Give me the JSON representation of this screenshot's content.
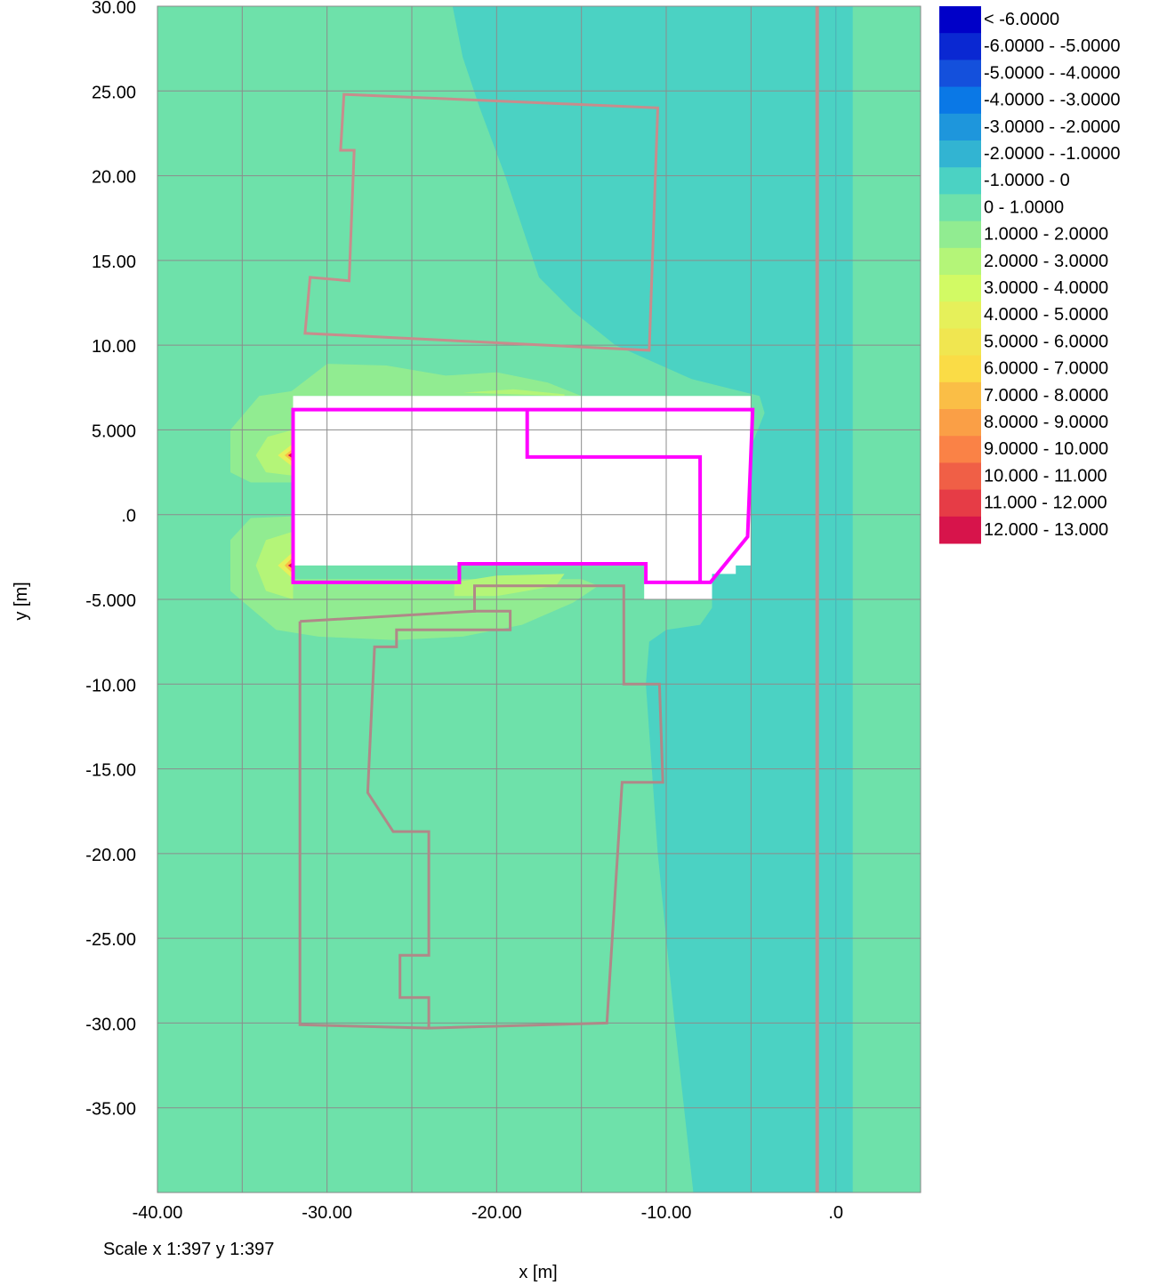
{
  "chart_data": {
    "type": "heatmap",
    "title": "",
    "xlabel": "x [m]",
    "ylabel": "y [m]",
    "xlim": [
      -40,
      5
    ],
    "ylim": [
      -40,
      30
    ],
    "grid": true,
    "x_ticks": [
      -40,
      -35,
      -30,
      -25,
      -20,
      -15,
      -10,
      -5,
      0
    ],
    "x_tick_labels": [
      "-40.00",
      "",
      "-30.00",
      "",
      "-20.00",
      "",
      "-10.00",
      "",
      ".0"
    ],
    "y_ticks": [
      30,
      25,
      20,
      15,
      10,
      5,
      0,
      -5,
      -10,
      -15,
      -20,
      -25,
      -30,
      -35
    ],
    "y_tick_labels": [
      "30.00",
      "25.00",
      "20.00",
      "15.00",
      "10.00",
      "5.000",
      ".0",
      "-5.000",
      "-10.00",
      "-15.00",
      "-20.00",
      "-25.00",
      "-30.00",
      "-35.00"
    ],
    "scale_text": "Scale x 1:397  y 1:397",
    "legend": {
      "placement": "right",
      "entries": [
        {
          "label": "< -6.0000",
          "color": "#0000c8"
        },
        {
          "label": "-6.0000 - -5.0000",
          "color": "#0a28d2"
        },
        {
          "label": "-5.0000 - -4.0000",
          "color": "#1450dc"
        },
        {
          "label": "-4.0000 - -3.0000",
          "color": "#0a78e6"
        },
        {
          "label": "-3.0000 - -2.0000",
          "color": "#1e96dc"
        },
        {
          "label": "-2.0000 - -1.0000",
          "color": "#32b4d2"
        },
        {
          "label": "-1.0000 - 0",
          "color": "#4bd2c3"
        },
        {
          "label": "0 - 1.0000",
          "color": "#6ee1aa"
        },
        {
          "label": "1.0000 - 2.0000",
          "color": "#91ec91"
        },
        {
          "label": "2.0000 - 3.0000",
          "color": "#b4f578"
        },
        {
          "label": "3.0000 - 4.0000",
          "color": "#d2fa64"
        },
        {
          "label": "4.0000 - 5.0000",
          "color": "#e6f05a"
        },
        {
          "label": "5.0000 - 6.0000",
          "color": "#f0e650"
        },
        {
          "label": "6.0000 - 7.0000",
          "color": "#fadc46"
        },
        {
          "label": "7.0000 - 8.0000",
          "color": "#fabe46"
        },
        {
          "label": "8.0000 - 9.0000",
          "color": "#fa9f46"
        },
        {
          "label": "9.0000 - 10.000",
          "color": "#fa8246"
        },
        {
          "label": "10.000 - 11.000",
          "color": "#f05f46"
        },
        {
          "label": "11.000 - 12.000",
          "color": "#e63c46"
        },
        {
          "label": "12.000 - 13.000",
          "color": "#d7144b"
        }
      ]
    },
    "field_regions": [
      {
        "level": "0 - 1.0000",
        "color": "#6ee1aa",
        "polygon": [
          [
            -40,
            30
          ],
          [
            5,
            30
          ],
          [
            5,
            -40
          ],
          [
            -40,
            -40
          ]
        ]
      },
      {
        "level": "-1.0000 - 0",
        "color": "#4bd2c3",
        "polygon": [
          [
            -22.6,
            30
          ],
          [
            1,
            30
          ],
          [
            1,
            -40
          ],
          [
            -8.4,
            -40
          ],
          [
            -9.5,
            -30
          ],
          [
            -10.5,
            -20
          ],
          [
            -11.2,
            -10
          ],
          [
            -11,
            -7.5
          ],
          [
            -10,
            -6.8
          ],
          [
            -8,
            -6.5
          ],
          [
            -7.3,
            -5.5
          ],
          [
            -7.3,
            -3.5
          ],
          [
            -5,
            -2.5
          ],
          [
            -5,
            4
          ],
          [
            -4.2,
            6
          ],
          [
            -4.5,
            7
          ],
          [
            -8.5,
            8
          ],
          [
            -13,
            10
          ],
          [
            -15.5,
            12
          ],
          [
            -17.5,
            14
          ],
          [
            -18.5,
            17
          ],
          [
            -19.5,
            20
          ],
          [
            -21,
            24
          ],
          [
            -22,
            27
          ]
        ]
      },
      {
        "level": "1.0000 - 2.0000",
        "color": "#91ec91",
        "polygon": [
          [
            -32.2,
            7.2
          ],
          [
            -30,
            8.9
          ],
          [
            -26.5,
            8.8
          ],
          [
            -23,
            8.2
          ],
          [
            -20,
            8.4
          ],
          [
            -17,
            7.8
          ],
          [
            -15,
            7
          ],
          [
            -32,
            7
          ]
        ]
      },
      {
        "level": "1.0000 - 2.0000",
        "color": "#91ec91",
        "polygon": [
          [
            -32,
            7.3
          ],
          [
            -34,
            7
          ],
          [
            -35.7,
            5
          ],
          [
            -35.7,
            2.5
          ],
          [
            -34.5,
            1.9
          ],
          [
            -32,
            1.9
          ]
        ]
      },
      {
        "level": "1.0000 - 2.0000",
        "color": "#91ec91",
        "polygon": [
          [
            -32,
            -0.1
          ],
          [
            -34.5,
            -0.2
          ],
          [
            -35.7,
            -1.5
          ],
          [
            -35.7,
            -4.5
          ],
          [
            -33,
            -6.8
          ],
          [
            -30.5,
            -7.2
          ],
          [
            -26,
            -7.4
          ],
          [
            -22,
            -7.2
          ],
          [
            -18.5,
            -6.5
          ],
          [
            -15.5,
            -5.2
          ],
          [
            -14,
            -4.2
          ],
          [
            -15,
            -3.8
          ],
          [
            -32,
            -3.8
          ]
        ]
      },
      {
        "level": "2.0000 - 3.0000",
        "color": "#b4f578",
        "polygon": [
          [
            -32,
            5
          ],
          [
            -33.5,
            4.6
          ],
          [
            -34.2,
            3.5
          ],
          [
            -33.6,
            2.5
          ],
          [
            -32,
            2.3
          ]
        ]
      },
      {
        "level": "2.0000 - 3.0000",
        "color": "#b4f578",
        "polygon": [
          [
            -32,
            -1
          ],
          [
            -33.6,
            -1.5
          ],
          [
            -34.2,
            -3
          ],
          [
            -33.6,
            -4.5
          ],
          [
            -32,
            -5
          ]
        ]
      },
      {
        "level": "2.0000 - 3.0000",
        "color": "#b4f578",
        "polygon": [
          [
            -22.5,
            -4
          ],
          [
            -20,
            -3.6
          ],
          [
            -16,
            -3.5
          ],
          [
            -16.5,
            -4.2
          ],
          [
            -20,
            -4.8
          ],
          [
            -22.5,
            -4.8
          ]
        ]
      },
      {
        "level": "2.0000 - 3.0000",
        "color": "#b4f578",
        "polygon": [
          [
            -22,
            7.2
          ],
          [
            -19,
            7.4
          ],
          [
            -16,
            7.1
          ],
          [
            -16,
            7
          ]
        ]
      },
      {
        "level": "4.0000 - 5.0000",
        "color": "#e6f05a",
        "polygon": [
          [
            -32,
            4.2
          ],
          [
            -32.9,
            3.5
          ],
          [
            -32,
            2.8
          ]
        ]
      },
      {
        "level": "4.0000 - 5.0000",
        "color": "#e6f05a",
        "polygon": [
          [
            -32,
            -2.2
          ],
          [
            -32.9,
            -3
          ],
          [
            -32,
            -3.8
          ]
        ]
      },
      {
        "level": "7.0000 - 8.0000",
        "color": "#fabe46",
        "polygon": [
          [
            -32,
            3.9
          ],
          [
            -32.5,
            3.5
          ],
          [
            -32,
            3.1
          ]
        ]
      },
      {
        "level": "7.0000 - 8.0000",
        "color": "#fabe46",
        "polygon": [
          [
            -32,
            -2.5
          ],
          [
            -32.5,
            -3
          ],
          [
            -32,
            -3.5
          ]
        ]
      },
      {
        "level": "12.000 - 13.000",
        "color": "#d7144b",
        "polygon": [
          [
            -32,
            3.7
          ],
          [
            -32.3,
            3.5
          ],
          [
            -32,
            3.3
          ]
        ]
      },
      {
        "level": "12.000 - 13.000",
        "color": "#d7144b",
        "polygon": [
          [
            -32,
            -2.8
          ],
          [
            -32.3,
            -3
          ],
          [
            -32,
            -3.2
          ]
        ]
      }
    ],
    "blank_region": {
      "color": "#ffffff",
      "polygon": [
        [
          -32,
          7
        ],
        [
          -5,
          7
        ],
        [
          -5,
          -3
        ],
        [
          -5.9,
          -3
        ],
        [
          -5.9,
          -3.5
        ],
        [
          -7.3,
          -3.5
        ],
        [
          -7.3,
          -5
        ],
        [
          -11.3,
          -5
        ],
        [
          -11.3,
          -3
        ],
        [
          -32,
          -3
        ]
      ]
    },
    "outlines": [
      {
        "name": "",
        "color": "#c88c8c",
        "stroke": "#b08888",
        "polygon": [
          [
            -29,
            24.8
          ],
          [
            -10.5,
            24
          ],
          [
            -11,
            9.7
          ],
          [
            -31.3,
            10.7
          ],
          [
            -31,
            14
          ],
          [
            -28.7,
            13.8
          ],
          [
            -28.4,
            21.5
          ],
          [
            -29.2,
            21.5
          ]
        ]
      },
      {
        "name": "",
        "color": "#b08888",
        "polygon": [
          [
            -21.3,
            -4.2
          ],
          [
            -12.5,
            -4.2
          ],
          [
            -12.5,
            -10
          ],
          [
            -10.4,
            -10
          ],
          [
            -10.2,
            -15.8
          ],
          [
            -12.6,
            -15.8
          ],
          [
            -13.5,
            -30
          ],
          [
            -24,
            -30.3
          ],
          [
            -24,
            -28.5
          ],
          [
            -25.7,
            -28.5
          ],
          [
            -25.7,
            -26
          ],
          [
            -24,
            -26
          ],
          [
            -24,
            -18.7
          ],
          [
            -26.1,
            -18.7
          ],
          [
            -27.6,
            -16.4
          ],
          [
            -27.2,
            -7.8
          ],
          [
            -25.9,
            -7.8
          ],
          [
            -25.9,
            -6.8
          ],
          [
            -19.2,
            -6.8
          ],
          [
            -19.2,
            -5.7
          ],
          [
            -21.3,
            -5.7
          ]
        ]
      },
      {
        "name": "",
        "color": "#b08888",
        "polygon": [
          [
            -31.6,
            -6.3
          ],
          [
            -21.3,
            -5.7
          ],
          [
            -21.3,
            -4.2
          ]
        ],
        "open": true
      },
      {
        "name": "",
        "color": "#b08888",
        "polygon": [
          [
            -31.6,
            -6.3
          ],
          [
            -31.6,
            -30.1
          ],
          [
            -24,
            -30.3
          ]
        ],
        "open": true
      }
    ],
    "main_outline": {
      "color": "#ff00ff",
      "polygon": [
        [
          -32,
          6.2
        ],
        [
          -4.9,
          6.2
        ],
        [
          -5.2,
          -1.3
        ],
        [
          -7.4,
          -4
        ],
        [
          -8,
          -4
        ],
        [
          -8,
          3.4
        ],
        [
          -18.2,
          3.4
        ],
        [
          -18.2,
          6.2
        ],
        [
          -32,
          6.2
        ],
        [
          -32,
          -4
        ],
        [
          -22.2,
          -4
        ],
        [
          -22.2,
          -2.9
        ],
        [
          -11.2,
          -2.9
        ],
        [
          -11.2,
          -4
        ],
        [
          -8,
          -4
        ]
      ]
    },
    "vertical_lines": [
      {
        "x": -1.1,
        "color": "#c88c8c",
        "width": 4
      },
      {
        "x": 0.0,
        "color": "#3cbfc0",
        "width": 1
      }
    ]
  }
}
